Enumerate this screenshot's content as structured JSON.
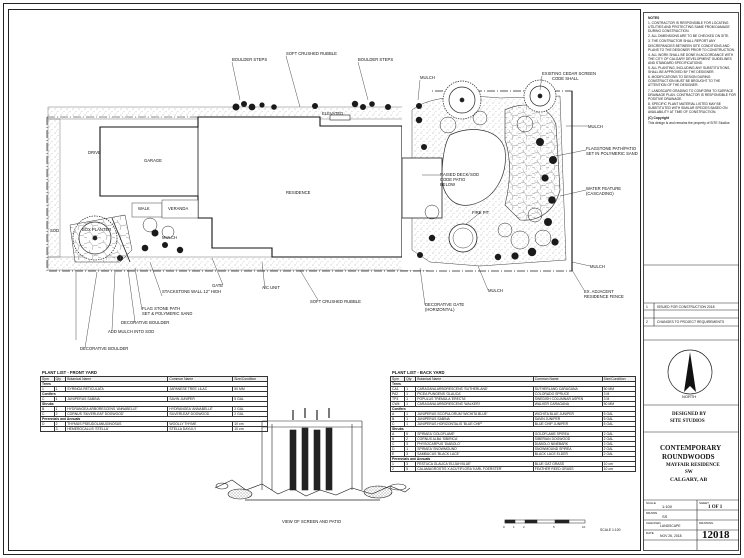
{
  "plan_labels": {
    "boulder_steps_left": "BOULDER STEPS",
    "soft_crushed_rubble": "SOFT CRUSHED RUBBLE",
    "boulder_steps_right": "BOULDER STEPS",
    "mulch_top": "MULCH",
    "existing_cedar_screen": "EXISTING CEDAR SCREEN",
    "code_shall": "CODE SHALL",
    "mulch_right": "MULCH",
    "planter": "PLANTER",
    "flagstone_path": "FLAGSTONE PATH/PATIO",
    "set_in_polymeric": "SET IN POLYMERIC SAND",
    "water_feature": "WATER FEATURE",
    "cascading": "(CASCADING)",
    "raised_deck": "RAISED DECK/",
    "code_patio": "CODE PATIO",
    "below": "BELOW",
    "sod": "SOD",
    "fire_pit": "FIRE PIT",
    "drive": "DRIVE",
    "garage": "GARAGE",
    "walk": "WALK",
    "veranda": "VERANDA",
    "residence": "RESIDENCE",
    "mulch_side": "MULCH",
    "sod_left": "SOD",
    "box_planter": "BOX PLANTER",
    "cantilever": "ELEVATED",
    "gate": "GATE",
    "ac_unit": "A/C UNIT",
    "mulch_bottom": "MULCH",
    "stackstone_wall": "STACKSTONE WALL 12\" HIGH",
    "flag_stone_path": "FLAG STONE PATH",
    "set_poly": "SET & POLYMERIC SAND",
    "decorative_boulder_1": "DECORATIVE BOULDER",
    "add_mulch": "ADD MULCH INTO SOD",
    "decorative_boulder_2": "DECORATIVE BOULDER",
    "soft_crushed_bottom": "SOFT CRUSHED RUBBLE",
    "decorative_gate": "DECORATIVE GATE",
    "horizontal": "(HORIZONTAL)",
    "mulch_far": "MULCH",
    "ex_adjacent": "EX. ADJACENT",
    "ex_fence": "RESIDENCE FENCE",
    "north": "NORTH"
  },
  "notes": {
    "heading": "NOTES",
    "items": [
      "1. CONTRACTOR IS RESPONSIBLE FOR LOCATING UTILITIES AND PROTECTING SAME FROM DAMAGE DURING CONSTRUCTION.",
      "2. ALL DIMENSIONS ARE TO BE CHECKED ON SITE.",
      "3. THE CONTRACTOR SHALL REPORT ANY DISCREPANCIES BETWEEN SITE CONDITIONS AND PLANS TO THE DESIGNER PRIOR TO CONSTRUCTION.",
      "4. ALL WORK SHALL BE DONE IN ACCORDANCE WITH THE CITY OF CALGARY DEVELOPMENT GUIDELINES AND STANDARD SPECIFICATIONS.",
      "5. ALL PLANTING, INCLUDING ANY SUBSTITUTIONS, SHALL BE APPROVED BY THE DESIGNER.",
      "6. MODIFICATIONS TO DESIGN DURING CONSTRUCTION MUST BE BROUGHT TO THE ATTENTION OF THE DESIGNER.",
      "7. LANDSCAPE GRADING TO CONFORM TO SURFACE DRAINAGE PLAN. CONTRACTOR IS RESPONSIBLE FOR POSITIVE DRAINAGE.",
      "8. SPECIFIC PLANT MATERIAL LISTED MAY BE SUBSTITUTED WITH SIMILAR SPECIES BASED ON AVAILABILITY AT TIME OF CONSTRUCTION."
    ],
    "copyright": "(C) Copyright",
    "copyright_text": "This design is and remains the property of SITE Studios"
  },
  "title_block": {
    "rev_rows": [
      {
        "no": "1",
        "text": "ISSUED FOR CONSTRUCTION 2018"
      },
      {
        "no": "2",
        "text": "CHANGES TO PROJECT REQUIREMENTS"
      }
    ],
    "designed_by_label": "DESIGNED BY",
    "designer": "SITE STUDIOS",
    "project_line1": "CONTEMPORARY",
    "project_line2": "ROUNDWOODS",
    "project_line3": "MAYFAIR RESIDENCE",
    "project_line4": "SW",
    "project_line5": "CALGARY, AB",
    "scale_label": "SCALE",
    "scale": "1:100",
    "drawn_label": "DRAWN",
    "drawn": "SS",
    "checked_label": "CHECKED",
    "checked": "LANDSCAPE",
    "date_label": "DATE",
    "date": "NOV 26, 2018",
    "sheet_label": "SHEET",
    "sheet": "1 OF 1",
    "drawing_no_label": "DRAWING",
    "drawing_no": "12018"
  },
  "front_table": {
    "title": "PLANT LIST - FRONT YARD",
    "headers": [
      "Sym",
      "Qty",
      "Botanical Name",
      "Common Name",
      "Size/Condition"
    ],
    "rows": [
      {
        "section": "Trees"
      },
      {
        "sym": "1",
        "qty": "1",
        "bot": "SYRINGA RETICULATA",
        "com": "JAPANESE TREE LILAC",
        "size": "50 MM"
      },
      {
        "section": "Conifers"
      },
      {
        "sym": "C",
        "qty": "1",
        "bot": "JUNIPERUS SABINA",
        "com": "SAVIN JUNIPER",
        "size": "5 GAL"
      },
      {
        "section": "Shrubs"
      },
      {
        "sym": "B",
        "qty": "1",
        "bot": "HYDRANGEA ARBORESCENS 'ANNABELLE'",
        "com": "HYDRANGEA 'ANNABELLE'",
        "size": "2 GAL"
      },
      {
        "sym": "C",
        "qty": "2",
        "bot": "CORNUS 'SILVERLEAF DOGWOOD'",
        "com": "SILVERLEAF DOGWOOD",
        "size": "2 GAL"
      },
      {
        "section": "Perennials and Annuals"
      },
      {
        "sym": "D",
        "qty": "2",
        "bot": "THYMUS PSEUDOLANUGINOSUS",
        "com": "WOOLLY THYME",
        "size": "10 cm"
      },
      {
        "sym": "",
        "qty": "3",
        "bot": "HEMEROCALLIS 'STELLA'",
        "com": "STELLA DAYLILY",
        "size": "10 cm"
      }
    ]
  },
  "back_table": {
    "title": "PLANT LIST - BACK YARD",
    "headers": [
      "Sym",
      "Qty",
      "Botanical Name",
      "Common Name",
      "Size/Condition"
    ],
    "rows": [
      {
        "section": "Trees"
      },
      {
        "sym": "CA1",
        "qty": "1",
        "bot": "CARAGANA ARBORESCENS 'SUTHERLAND'",
        "com": "SUTHERLAND CARAGANA",
        "size": "50 MM"
      },
      {
        "sym": "PA2",
        "qty": "1",
        "bot": "PICEA PUNGENS 'GLAUCA'",
        "com": "COLORADO SPRUCE",
        "size": "3 M"
      },
      {
        "sym": "TP3",
        "qty": "1",
        "bot": "POPULUS TREMULA 'ERECTA'",
        "com": "SWEDISH COLUMNAR ASPEN",
        "size": "3 M"
      },
      {
        "sym": "CW4",
        "qty": "1",
        "bot": "CARAGANA ARBORESCENS 'WALKERI'",
        "com": "WALKER CARAGANA",
        "size": "50 MM"
      },
      {
        "section": "Conifers"
      },
      {
        "sym": "A",
        "qty": "1",
        "bot": "JUNIPERUS SCOPULORUM 'WICHITA BLUE'",
        "com": "WICHITA BLUE JUNIPER",
        "size": "5 GAL"
      },
      {
        "sym": "B",
        "qty": "1",
        "bot": "JUNIPERUS SABINA",
        "com": "SAVIN JUNIPER",
        "size": "5 GAL"
      },
      {
        "sym": "C",
        "qty": "1",
        "bot": "JUNIPERUS HORIZONTALIS 'BLUE CHIP'",
        "com": "BLUE CHIP JUNIPER",
        "size": "5 GAL"
      },
      {
        "section": "Shrubs"
      },
      {
        "sym": "A",
        "qty": "5",
        "bot": "SPIRAEA 'GOLDFLAME'",
        "com": "GOLDFLAME SPIREA",
        "size": "2 GAL"
      },
      {
        "sym": "B",
        "qty": "2",
        "bot": "CORNUS ALBA 'SIBIRICA'",
        "com": "SIBERIAN DOGWOOD",
        "size": "2 GAL"
      },
      {
        "sym": "C",
        "qty": "3",
        "bot": "PHYSOCARPUS 'DIABOLO'",
        "com": "DIABOLO NINEBARK",
        "size": "2 GAL"
      },
      {
        "sym": "D",
        "qty": "1",
        "bot": "SPIRAEA 'SNOWMOUND'",
        "com": "SNOWMOUND SPIREA",
        "size": "2 GAL"
      },
      {
        "sym": "E",
        "qty": "3",
        "bot": "SAMBUCUS 'BLACK LACE'",
        "com": "BLACK LACE ELDER",
        "size": "2 GAL"
      },
      {
        "section": "Perennials and Annuals"
      },
      {
        "sym": "1",
        "qty": "3",
        "bot": "FESTUCA GLAUCA 'ELIJAH BLUE'",
        "com": "BLUE OAT GRASS",
        "size": "10 cm"
      },
      {
        "sym": "2",
        "qty": "5",
        "bot": "CALAMAGROSTIS X ACUTIFLORA 'KARL FOERSTER'",
        "com": "FEATHER REED GRASS",
        "size": "10 cm"
      }
    ]
  },
  "elevation": {
    "caption": "VIEW OF SCREEN AND PATIO"
  },
  "scale_bar": {
    "label": "SCALE 1:100",
    "ticks": [
      "0",
      "1",
      "2",
      "5",
      "10"
    ]
  }
}
